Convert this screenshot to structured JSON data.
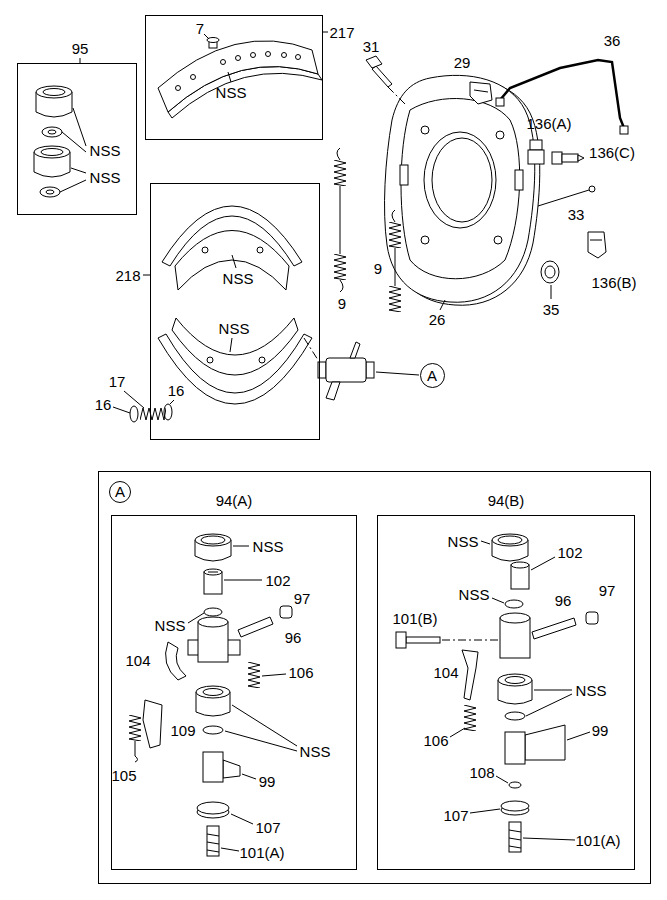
{
  "diagram": {
    "nodes": [
      {
        "text": [
          "95",
          "NSS",
          "NSS"
        ]
      },
      {
        "text": [
          "217",
          "7",
          "NSS"
        ]
      },
      {
        "text": [
          "218",
          "NSS",
          "NSS"
        ]
      },
      {
        "text": [
          "A"
        ]
      },
      {
        "text": [
          "A"
        ]
      },
      {
        "text": [
          "94(A)",
          "NSS",
          "102",
          "NSS",
          "97",
          "96",
          "104",
          "106",
          "NSS",
          "105",
          "109",
          "99",
          "107",
          "101(A)"
        ],
        "in": 4
      },
      {
        "text": [
          "94(B)",
          "NSS",
          "102",
          "97",
          "NSS",
          "96",
          "101(B)",
          "104",
          "NSS",
          "106",
          "99",
          "108",
          "107",
          "101(A)"
        ],
        "in": 4
      }
    ],
    "labels": [
      "31",
      "29",
      "36",
      "136(A)",
      "136(C)",
      "33",
      "136(B)",
      "35",
      "26",
      "9",
      "9",
      "16",
      "17",
      "16"
    ]
  }
}
